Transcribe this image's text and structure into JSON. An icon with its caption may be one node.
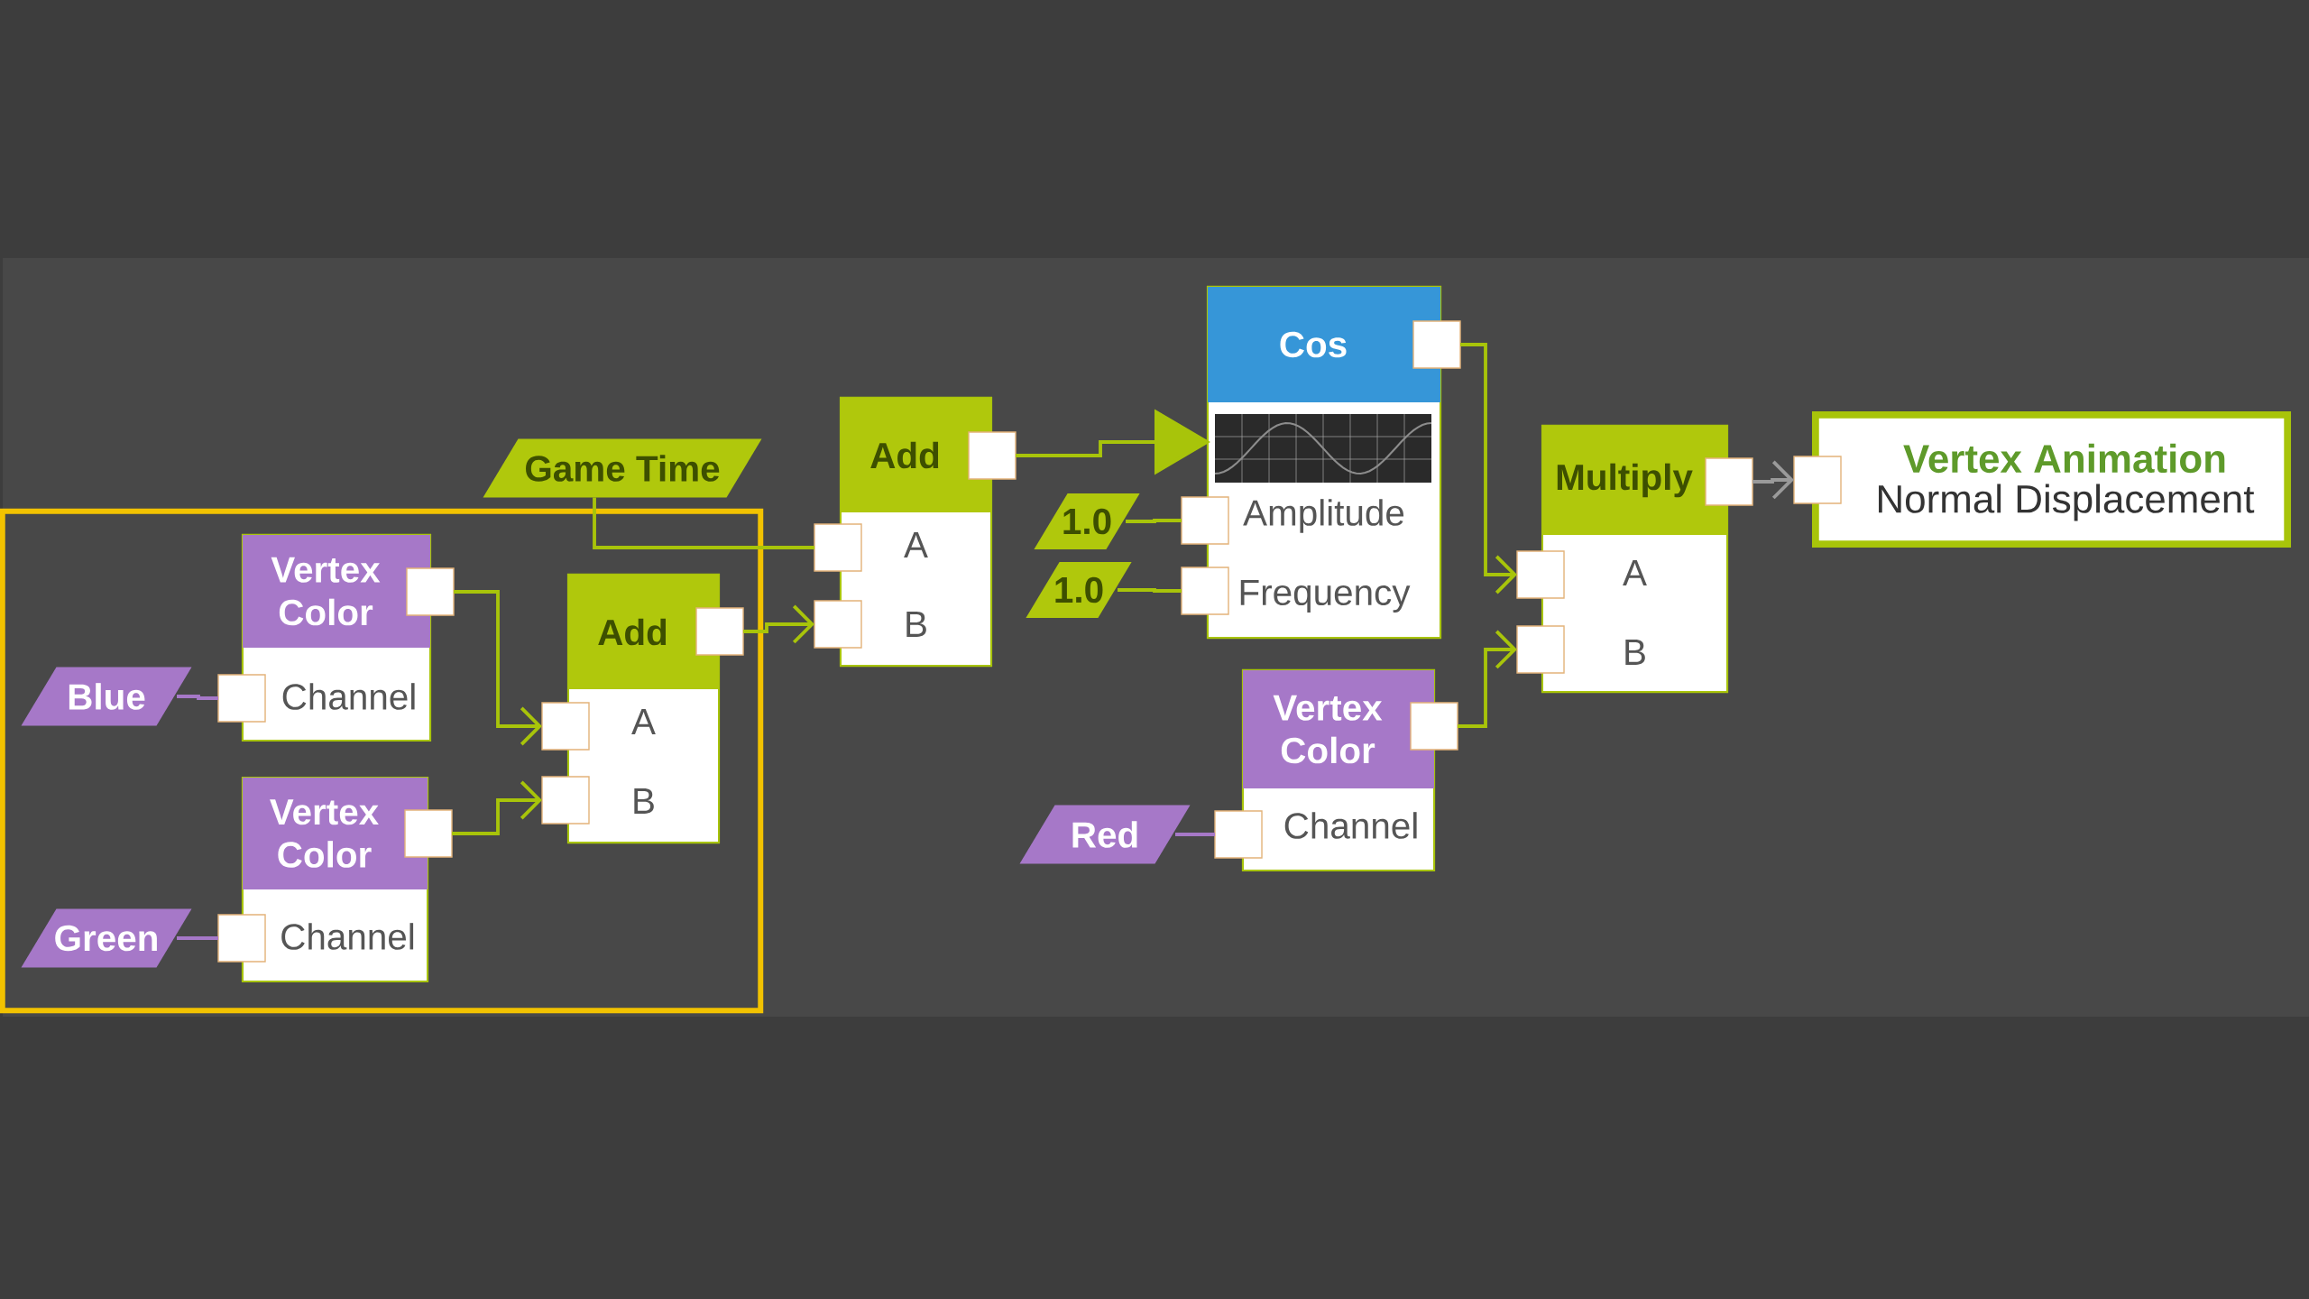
{
  "diagram": {
    "nodes": [
      {
        "text": [
          "Game Time"
        ]
      },
      {
        "text": [],
        "shape": "box"
      },
      {
        "text": [
          "Vertex Color",
          "Channel"
        ],
        "in": 1
      },
      {
        "text": [
          "Blue"
        ],
        "in": 1
      },
      {
        "text": [
          "Vertex Color",
          "Channel"
        ],
        "in": 1
      },
      {
        "text": [
          "Green"
        ],
        "in": 1
      },
      {
        "text": [
          "Add",
          "A",
          "B"
        ],
        "in": 1
      },
      {
        "text": [
          "Add",
          "A",
          "B"
        ]
      },
      {
        "text": [
          "Cos",
          "Amplitude",
          "Frequency"
        ]
      },
      {
        "text": [
          "1.0"
        ]
      },
      {
        "text": [
          "1.0"
        ]
      },
      {
        "text": [
          "Vertex Color",
          "Channel"
        ]
      },
      {
        "text": [
          "Red"
        ]
      },
      {
        "text": [
          "Multiply",
          "A",
          "B"
        ]
      },
      {
        "text": [
          "Vertex Animation",
          "Normal Displacement"
        ]
      }
    ],
    "edges": [
      {
        "from": 3,
        "to": 2,
        "arrow": "none",
        "color": "#a678c8"
      },
      {
        "from": 5,
        "to": 4,
        "arrow": "none",
        "color": "#a678c8"
      },
      {
        "from": 2,
        "to": 6,
        "arrow": "to"
      },
      {
        "from": 4,
        "to": 6,
        "arrow": "to"
      },
      {
        "from": 0,
        "to": 7,
        "arrow": "none"
      },
      {
        "from": 6,
        "to": 7,
        "arrow": "to"
      },
      {
        "from": 7,
        "to": 8,
        "arrow": "to"
      },
      {
        "from": 9,
        "to": 8,
        "arrow": "none"
      },
      {
        "from": 10,
        "to": 8,
        "arrow": "none"
      },
      {
        "from": 8,
        "to": 13,
        "arrow": "to"
      },
      {
        "from": 11,
        "to": 13,
        "arrow": "to"
      },
      {
        "from": 12,
        "to": 11,
        "arrow": "none",
        "color": "#a678c8"
      },
      {
        "from": 13,
        "to": 14,
        "arrow": "to",
        "color": "#9a9a9a"
      }
    ]
  }
}
